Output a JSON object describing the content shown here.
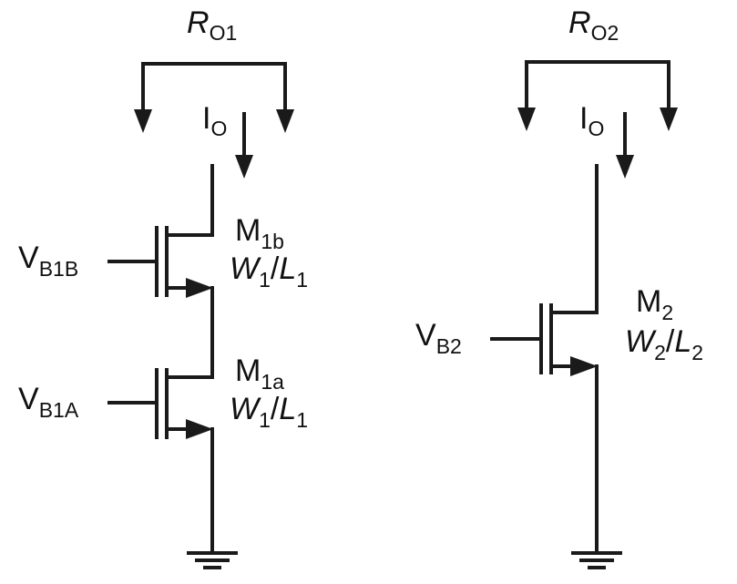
{
  "circuit_left": {
    "resistance_label": {
      "main": "R",
      "sub": "O1"
    },
    "current_label": {
      "main": "I",
      "sub": "O"
    },
    "transistors": [
      {
        "name": {
          "main": "M",
          "sub": "1b"
        },
        "size": {
          "w": "W",
          "w_sub": "1",
          "slash": "/",
          "l": "L",
          "l_sub": "1"
        },
        "gate": {
          "main": "V",
          "sub": "B1B"
        }
      },
      {
        "name": {
          "main": "M",
          "sub": "1a"
        },
        "size": {
          "w": "W",
          "w_sub": "1",
          "slash": "/",
          "l": "L",
          "l_sub": "1"
        },
        "gate": {
          "main": "V",
          "sub": "B1A"
        }
      }
    ]
  },
  "circuit_right": {
    "resistance_label": {
      "main": "R",
      "sub": "O2"
    },
    "current_label": {
      "main": "I",
      "sub": "O"
    },
    "transistors": [
      {
        "name": {
          "main": "M",
          "sub": "2"
        },
        "size": {
          "w": "W",
          "w_sub": "2",
          "slash": "/",
          "l": "L",
          "l_sub": "2"
        },
        "gate": {
          "main": "V",
          "sub": "B2"
        }
      }
    ]
  },
  "colors": {
    "wire": "#1a1a1a",
    "background": "#ffffff"
  }
}
